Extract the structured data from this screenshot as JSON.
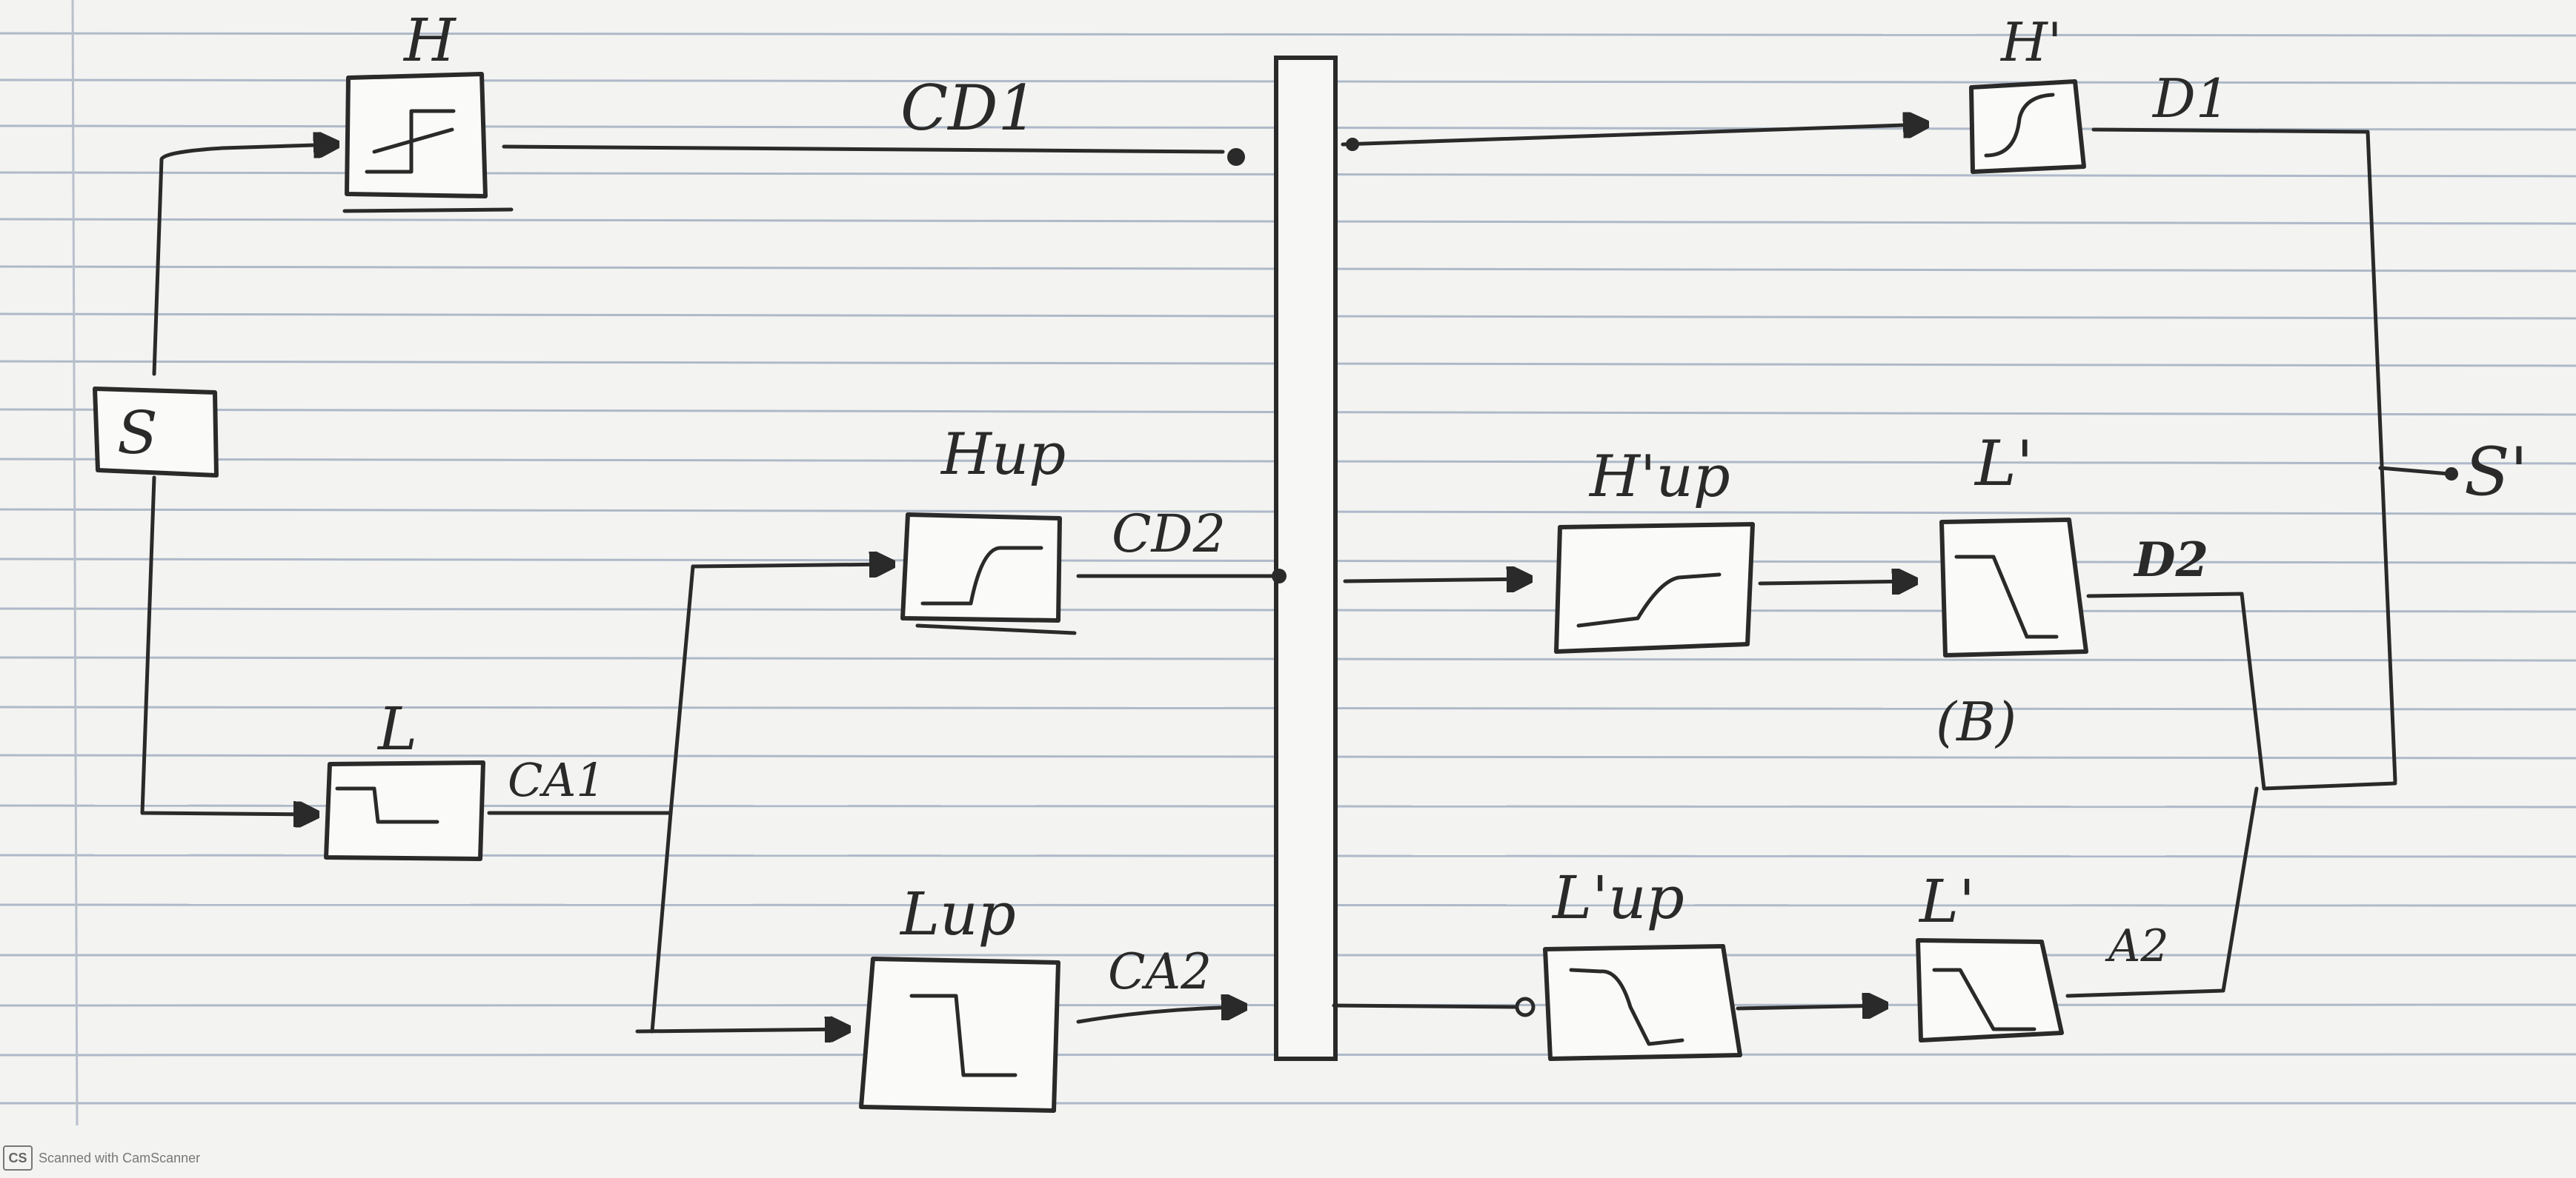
{
  "labels": {
    "s": "S",
    "h": "H",
    "h_prime": "H'",
    "l": "L",
    "h_up": "Hup",
    "l_up": "Lup",
    "h_prime_up": "H'up",
    "l_prime_up": "L'up",
    "l_prime_mid": "L'",
    "l_prime_low": "L'",
    "cd1": "CD1",
    "cd2": "CD2",
    "ca1": "CA1",
    "ca2": "CA2",
    "d1": "D1",
    "d2": "D2",
    "a2": "A2",
    "s_prime": "S'",
    "paren_note": "(B)"
  },
  "watermark": {
    "logo": "CS",
    "text": "Scanned with CamScanner"
  }
}
